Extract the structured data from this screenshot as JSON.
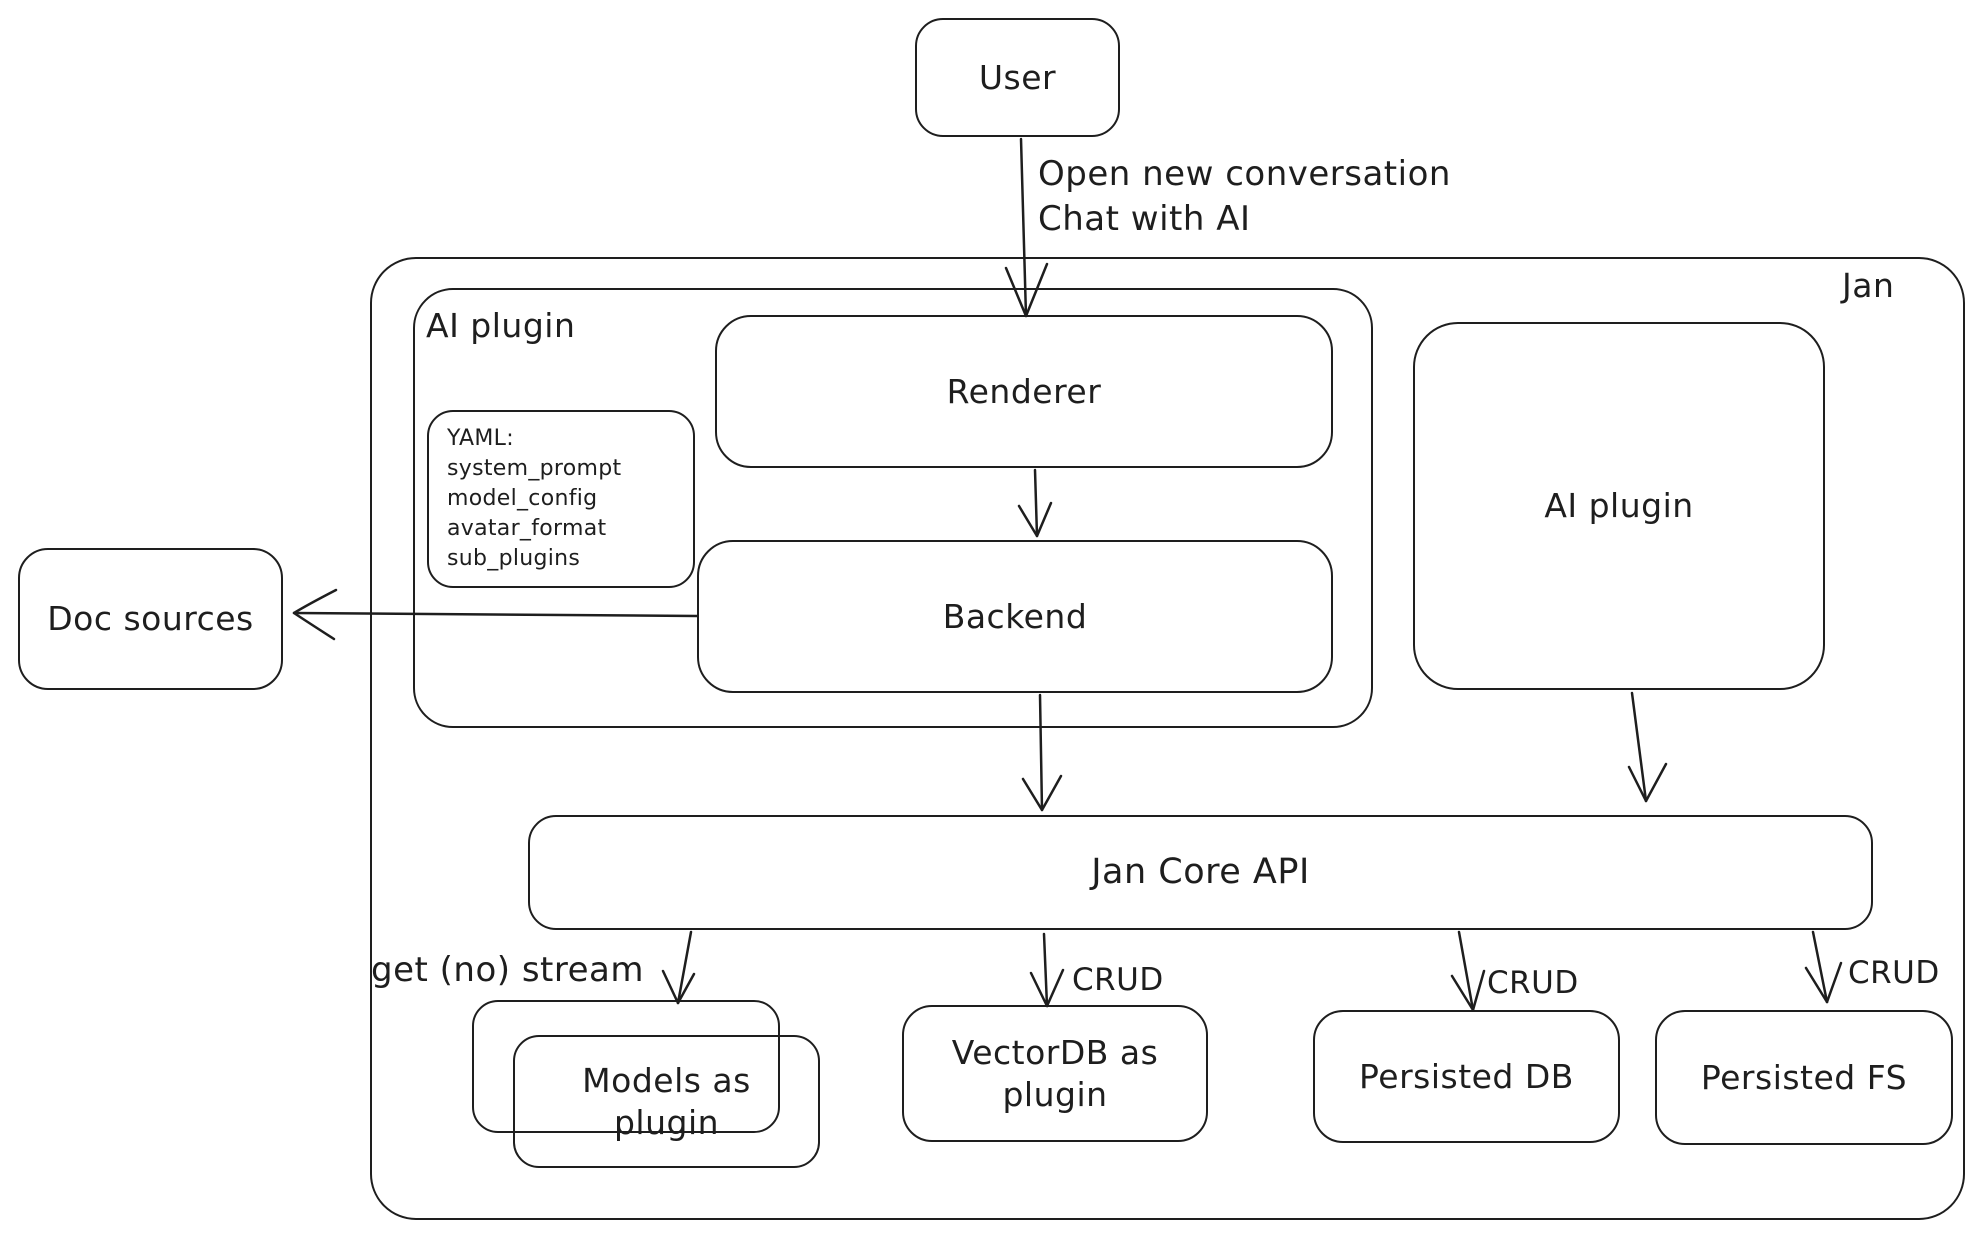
{
  "colors": {
    "stroke": "#1e1e1e",
    "background": "#ffffff"
  },
  "diagram_title": "Jan",
  "nodes": {
    "user": "User",
    "jan": "Jan",
    "ai_plugin_left": "AI plugin",
    "renderer": "Renderer",
    "backend": "Backend",
    "yaml_lines": [
      "YAML:",
      "system_prompt",
      "model_config",
      "avatar_format",
      "sub_plugins"
    ],
    "ai_plugin_right": "AI plugin",
    "doc_sources": "Doc sources",
    "jan_core_api": "Jan Core API",
    "models_line1": "Models as",
    "models_line2": "plugin",
    "vectordb_line1": "VectorDB as",
    "vectordb_line2": "plugin",
    "persisted_db": "Persisted DB",
    "persisted_fs": "Persisted FS"
  },
  "edge_labels": {
    "open_line1": "Open new conversation",
    "open_line2": "Chat with AI",
    "get_no_stream": "get (no) stream",
    "crud_vectordb": "CRUD",
    "crud_persisted_db": "CRUD",
    "crud_persisted_fs": "CRUD"
  }
}
